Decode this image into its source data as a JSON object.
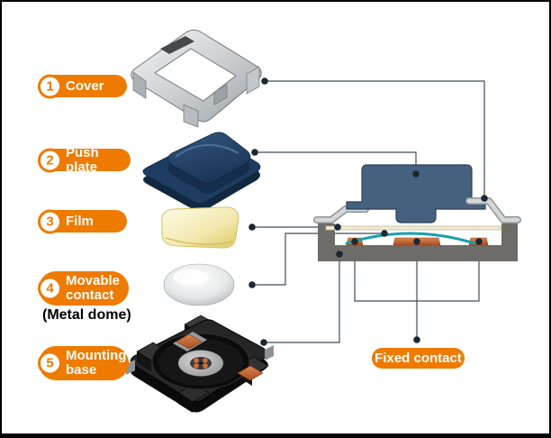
{
  "legend": {
    "items": [
      {
        "number": "1",
        "label": "Cover"
      },
      {
        "number": "2",
        "label": "Push plate"
      },
      {
        "number": "3",
        "label": "Film"
      },
      {
        "number": "4",
        "label": "Movable contact",
        "line1": "Movable",
        "line2": "contact",
        "note": "(Metal dome)"
      },
      {
        "number": "5",
        "label": "Mounting base",
        "line1": "Mounting",
        "line2": "base"
      }
    ]
  },
  "callout": {
    "label": "Fixed contact"
  },
  "colors": {
    "accent": "#ee7a00",
    "connector": "#3f4e5c",
    "cross_section_blue": "#46617f",
    "cross_section_base_gray": "#6e6b68",
    "film_cream": "#f1ecd6",
    "dome_teal": "#189fae",
    "contact_copper": "#c2673a"
  }
}
